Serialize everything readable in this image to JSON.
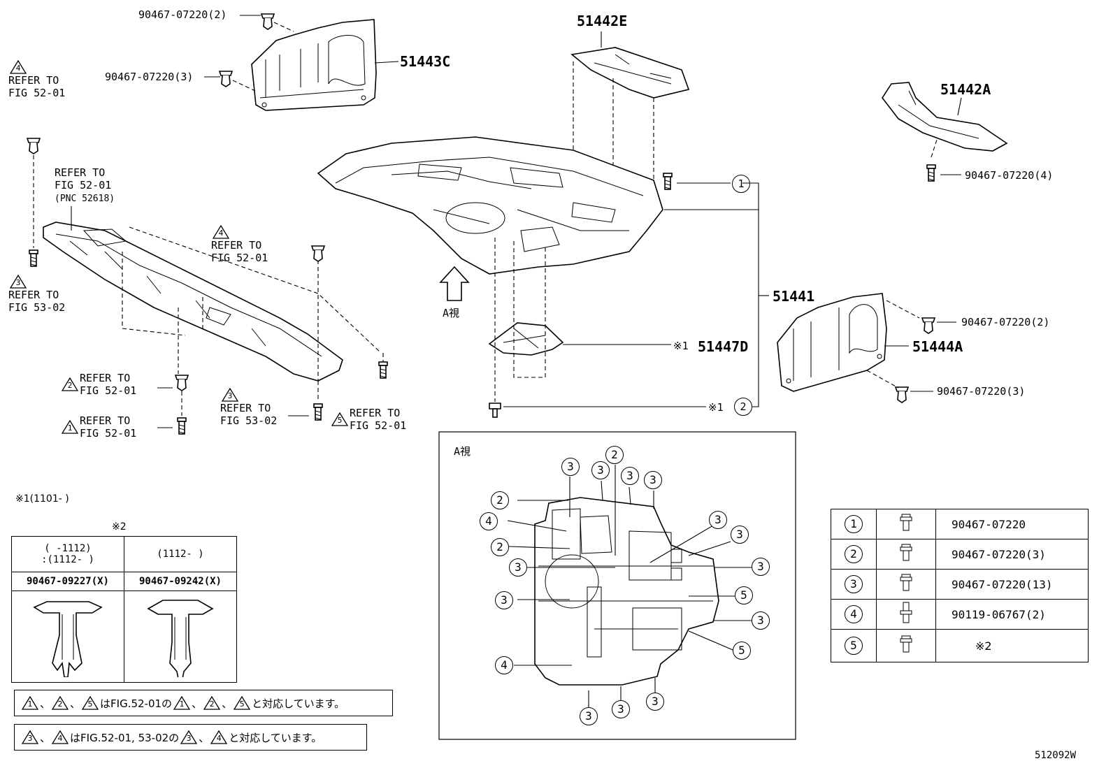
{
  "parts": {
    "p51443C": "51443C",
    "p51442E": "51442E",
    "p51442A": "51442A",
    "p51441": "51441",
    "p51447D": "51447D",
    "p51444A": "51444A",
    "pnc": "(PNC 52618)",
    "view_arrow": "A視",
    "diagram_code": "512092W"
  },
  "fasteners": {
    "f_top1": "90467-07220(2)",
    "f_top2": "90467-07220(3)",
    "f_right4": "90467-07220(4)",
    "f_right2": "90467-07220(2)",
    "f_right3": "90467-07220(3)"
  },
  "refs": {
    "refer_to": "REFER TO",
    "fig5201": "FIG 52-01",
    "fig5302": "FIG 53-02",
    "tri1": "1",
    "tri2": "2",
    "tri3": "3",
    "tri4": "4",
    "tri5": "5"
  },
  "marks": {
    "note1": "※1",
    "note1_range": "※1(1101-    )",
    "note2": "※2",
    "c1": "1",
    "c2": "2",
    "c3": "3",
    "c4": "4",
    "c5": "5"
  },
  "view_a": {
    "title": "A視"
  },
  "legend": [
    {
      "no": "1",
      "part": "90467-07220"
    },
    {
      "no": "2",
      "part": "90467-07220(3)"
    },
    {
      "no": "3",
      "part": "90467-07220(13)"
    },
    {
      "no": "4",
      "part": "90119-06767(2)"
    },
    {
      "no": "5",
      "part": "※2"
    }
  ],
  "clip_table": {
    "col1_range_a": "(     -1112)",
    "col1_range_b": ":(1112-     )",
    "col2_range": "(1112-     )",
    "col1_part": "90467-09227(X)",
    "col2_part": "90467-09242(X)"
  },
  "notes": {
    "note_a_sep": "、",
    "note_a_text": "はFIG.52-01の",
    "note_a_end": "と対応しています。",
    "note_b_text": "はFIG.52-01, 53-02の",
    "note_b_end": "と対応しています。"
  }
}
